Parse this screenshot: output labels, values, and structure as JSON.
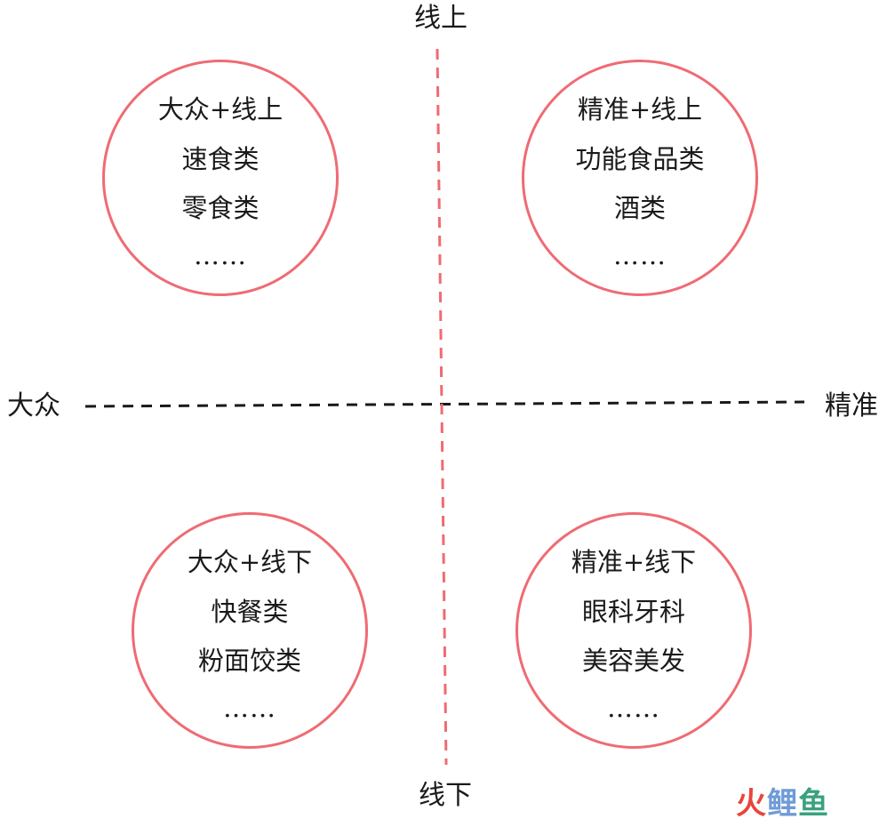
{
  "axes": {
    "top": "线上",
    "bottom": "线下",
    "left": "大众",
    "right": "精准"
  },
  "quadrants": [
    {
      "title": "大众+线上",
      "items": [
        "速食类",
        "零食类"
      ],
      "more": "……"
    },
    {
      "title": "精准+线上",
      "items": [
        "功能食品类",
        "酒类"
      ],
      "more": "……"
    },
    {
      "title": "大众+线下",
      "items": [
        "快餐类",
        "粉面饺类"
      ],
      "more": "……"
    },
    {
      "title": "精准+线下",
      "items": [
        "眼科牙科",
        "美容美发"
      ],
      "more": "……"
    }
  ],
  "logo": {
    "chars": [
      "火",
      "鲤",
      "鱼"
    ]
  },
  "colors": {
    "circle": "#ef6b73",
    "vertical_axis": "#ef6b73",
    "horizontal_axis": "#1a1a1a",
    "logo_char1": "#e8453c",
    "logo_char2": "#6f9bd8",
    "logo_char3": "#3aa17e"
  }
}
